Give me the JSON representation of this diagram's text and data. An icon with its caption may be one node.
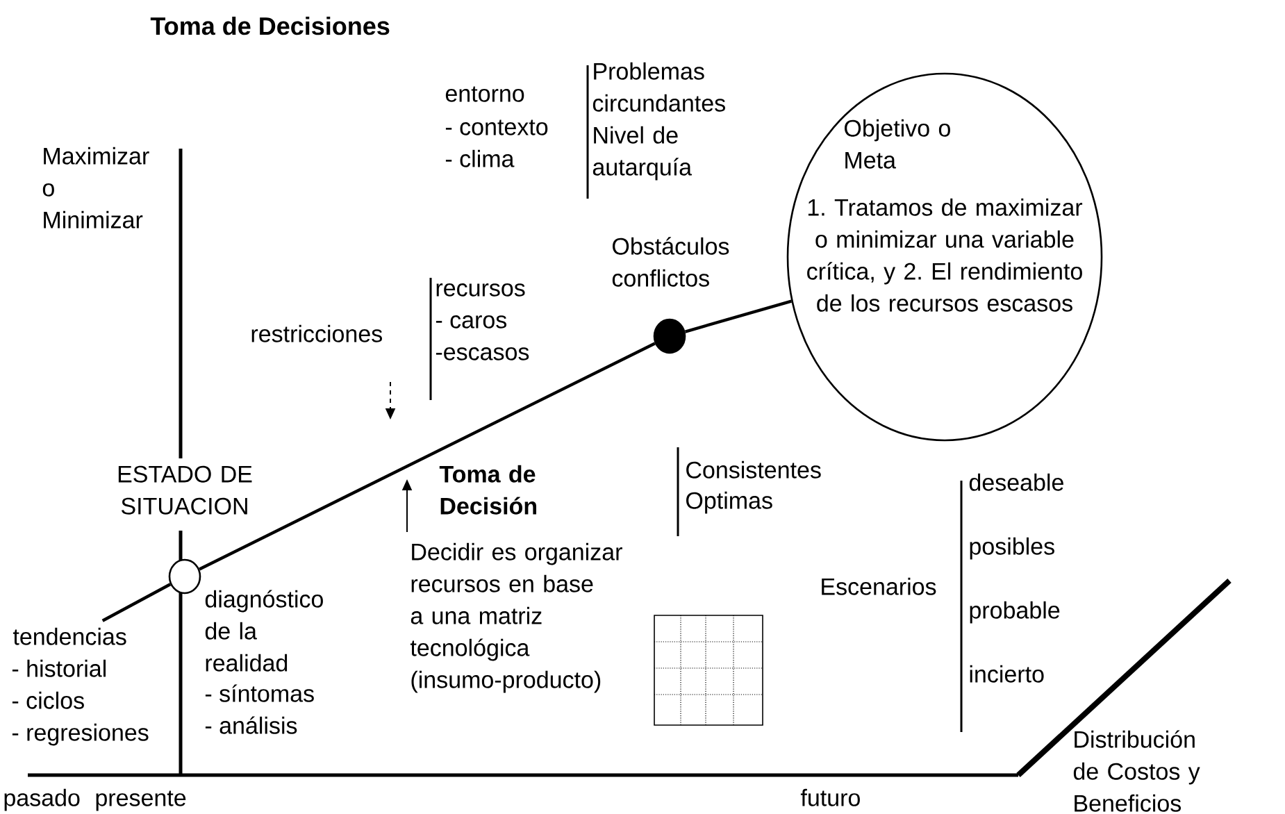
{
  "diagram": {
    "title": "Toma de Decisiones",
    "nodes": [
      {
        "text": [],
        "shape": "circle",
        "beside": [
          "ESTADO DE SITUACION"
        ]
      },
      {
        "text": [],
        "shape": "circle",
        "beside": [
          "Obstáculos conflictos"
        ]
      },
      {
        "text": [
          "Objetivo o Meta",
          "1. Tratamos de maximizar o minimizar una variable crítica, y 2. El rendimiento de los recursos escasos"
        ]
      },
      {
        "text": [
          "tendencias"
        ]
      }
    ],
    "edges": [
      {
        "from": 3,
        "to": 0,
        "arrow": "none"
      },
      {
        "from": 0,
        "to": 1,
        "arrow": "none"
      },
      {
        "from": 1,
        "to": 2,
        "arrow": "none"
      }
    ],
    "labels": [
      "Maximizar o Minimizar",
      "entorno",
      "- contexto",
      "- clima",
      "Problemas circundantes",
      "Nivel de autarquía",
      "recursos",
      "- caros",
      "-escasos",
      "restricciones",
      "Consistentes",
      "Optimas",
      "Toma de Decisión",
      "deseable",
      "posibles",
      "Decidir es organizar recursos en base a una matriz tecnológica (insumo-producto)",
      "Escenarios",
      "probable",
      "diagnóstico de la realidad",
      "- síntomas",
      "- análisis",
      "- historial",
      "incierto",
      "- ciclos",
      "- regresiones",
      "Distribución de Costos y Beneficios",
      "pasado",
      "presente",
      "futuro"
    ]
  }
}
